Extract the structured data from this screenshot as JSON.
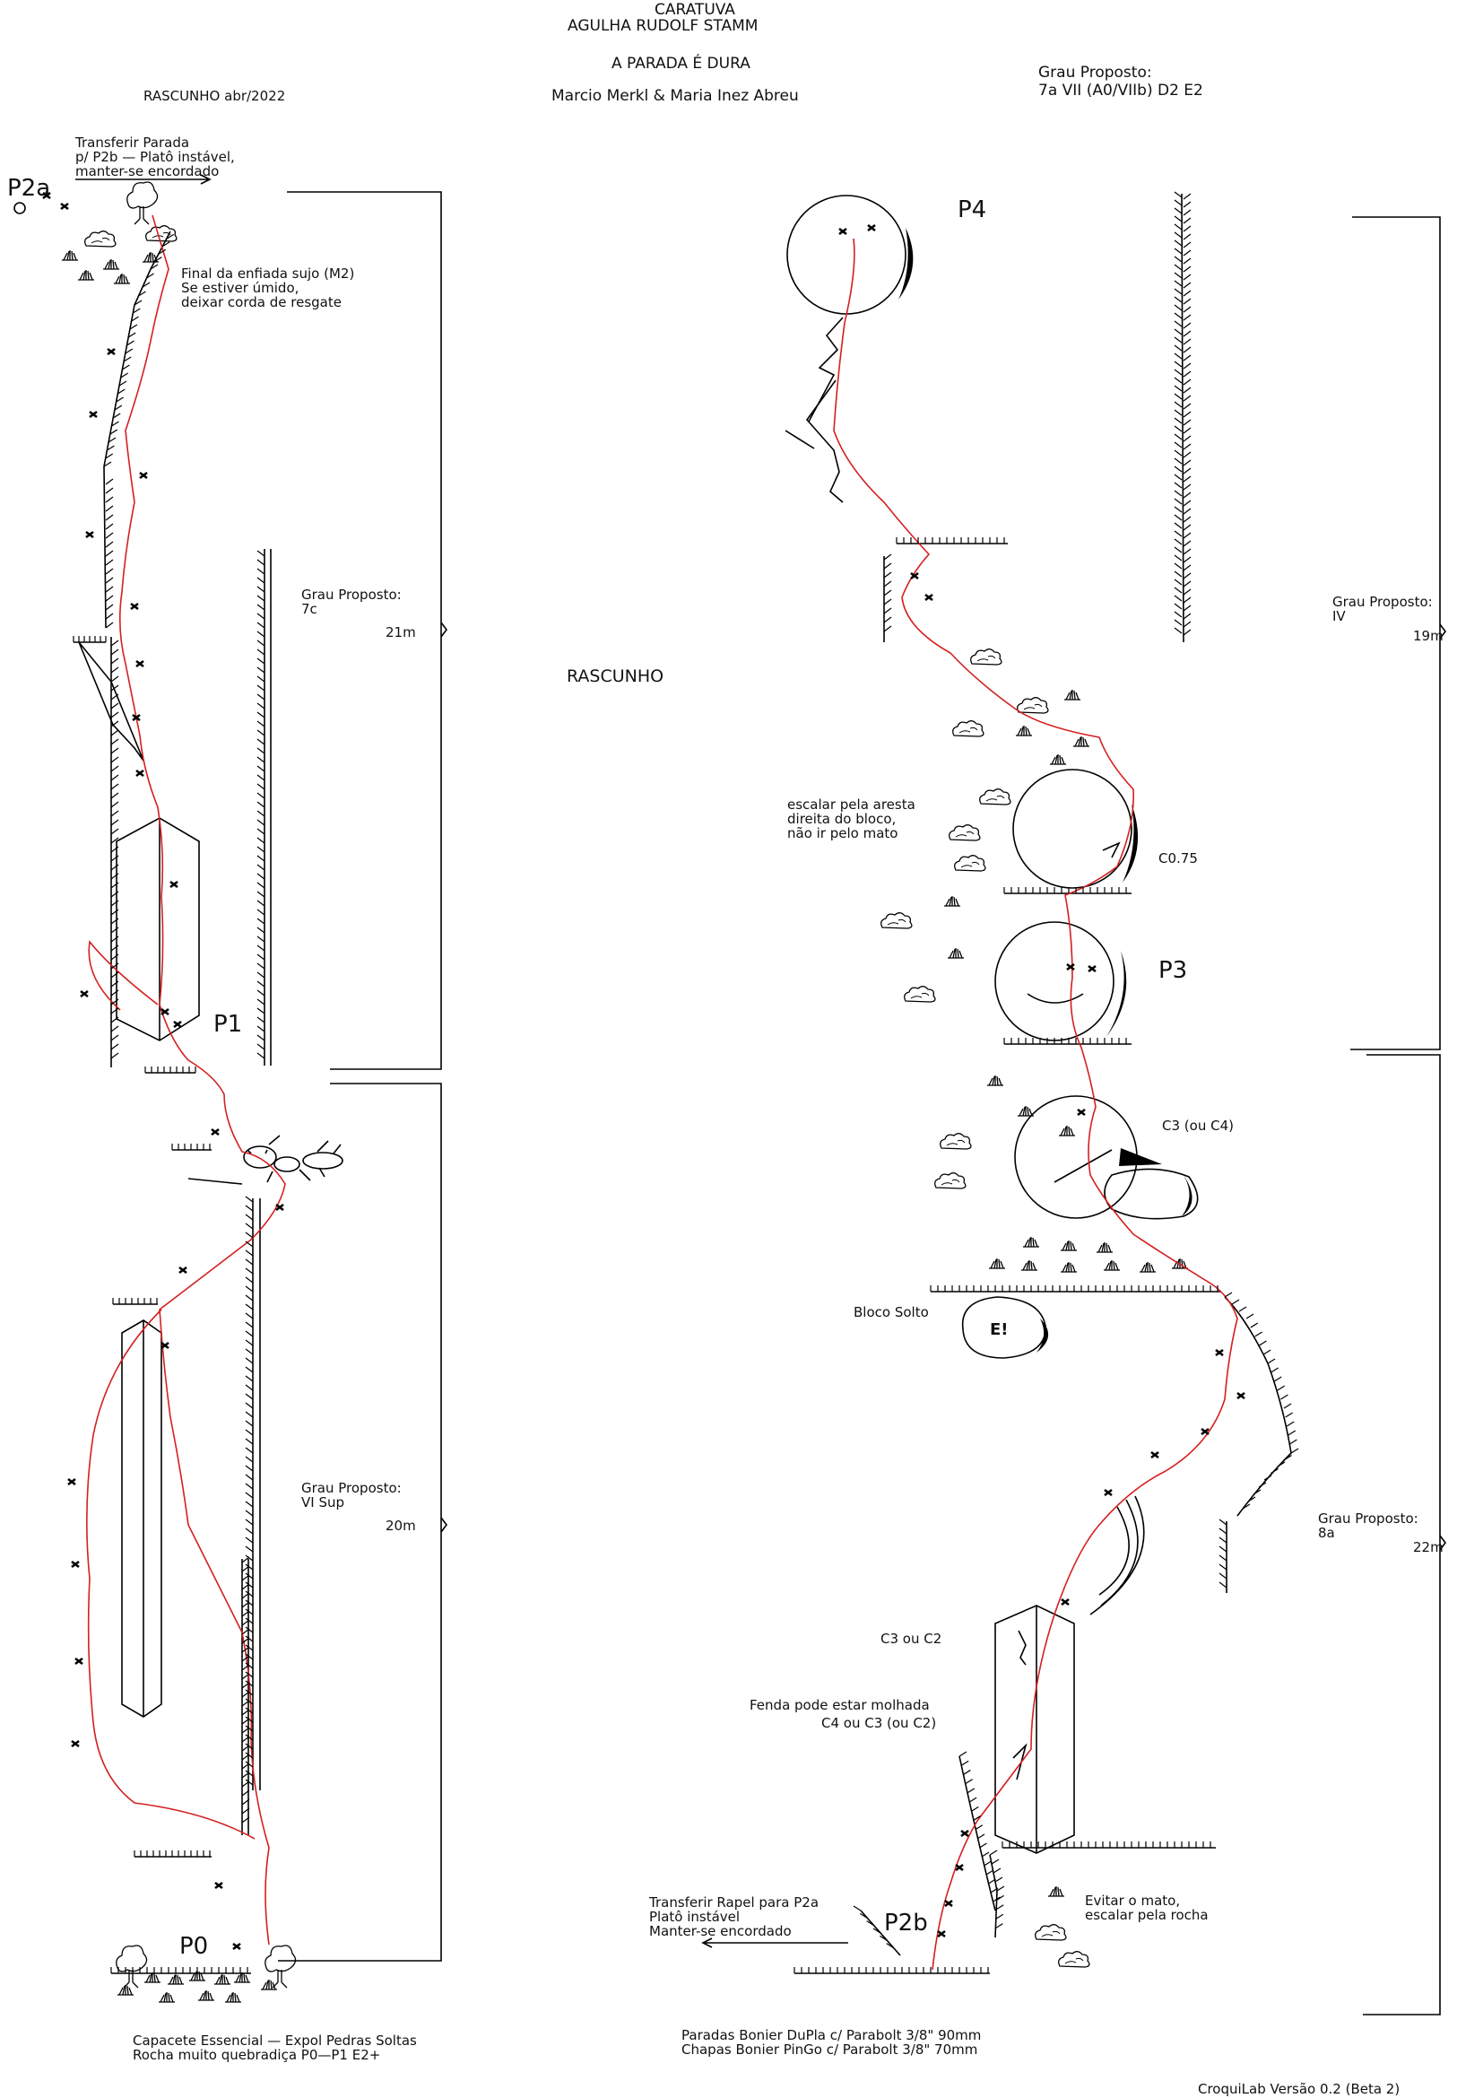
{
  "header": {
    "line1": "CARATUVA",
    "line2": "AGULHA RUDOLF STAMM",
    "route_name": "A PARADA É DURA",
    "authors": "Marcio Merkl & Maria Inez Abreu",
    "draft_date": "RASCUNHO abr/2022",
    "grade_title": "Grau Proposto:",
    "grade_value": "7a VII (A0/VIIb) D2 E2"
  },
  "watermark": "RASCUNHO",
  "stations": {
    "p0": "P0",
    "p1": "P1",
    "p2a": "P2a",
    "p2b": "P2b",
    "p3": "P3",
    "p4": "P4"
  },
  "pitches": [
    {
      "grade_label": "Grau Proposto:",
      "grade": "VI Sup",
      "length": "20m"
    },
    {
      "grade_label": "Grau Proposto:",
      "grade": "7c",
      "length": "21m"
    },
    {
      "grade_label": "Grau Proposto:",
      "grade": "8a",
      "length": "22m"
    },
    {
      "grade_label": "Grau Proposto:",
      "grade": "IV",
      "length": "19m"
    }
  ],
  "notes": {
    "transfer_p2b": [
      "Transferir Parada",
      "p/ P2b — Platô instável,",
      "manter-se encordado"
    ],
    "dirty_end": [
      "Final da enfiada sujo (M2)",
      "Se estiver úmido,",
      "deixar corda de resgate"
    ],
    "arete": [
      "escalar pela aresta",
      "direita do bloco,",
      "não ir pelo mato"
    ],
    "loose_block": "Bloco Solto",
    "loose_block_mark": "E!",
    "cam_c075": "C0.75",
    "cam_c3c4": "C3 (ou C4)",
    "cam_c3c2": "C3 ou C2",
    "wet_crack": [
      "Fenda pode estar molhada",
      "C4 ou C3 (ou C2)"
    ],
    "transfer_rappel": [
      "Transferir Rapel para P2a",
      "Platô instável",
      "Manter-se encordado"
    ],
    "avoid_bush": [
      "Evitar o mato,",
      "escalar pela rocha"
    ],
    "left_footer": [
      "Capacete Essencial — Expol Pedras Soltas",
      "Rocha muito quebradiça P0—P1 E2+"
    ],
    "right_footer": [
      "Paradas Bonier DuPla c/ Parabolt 3/8\" 90mm",
      "Chapas Bonier PinGo c/ Parabolt 3/8\" 70mm"
    ],
    "version": "CroquiLab Versão 0.2 (Beta 2)"
  }
}
